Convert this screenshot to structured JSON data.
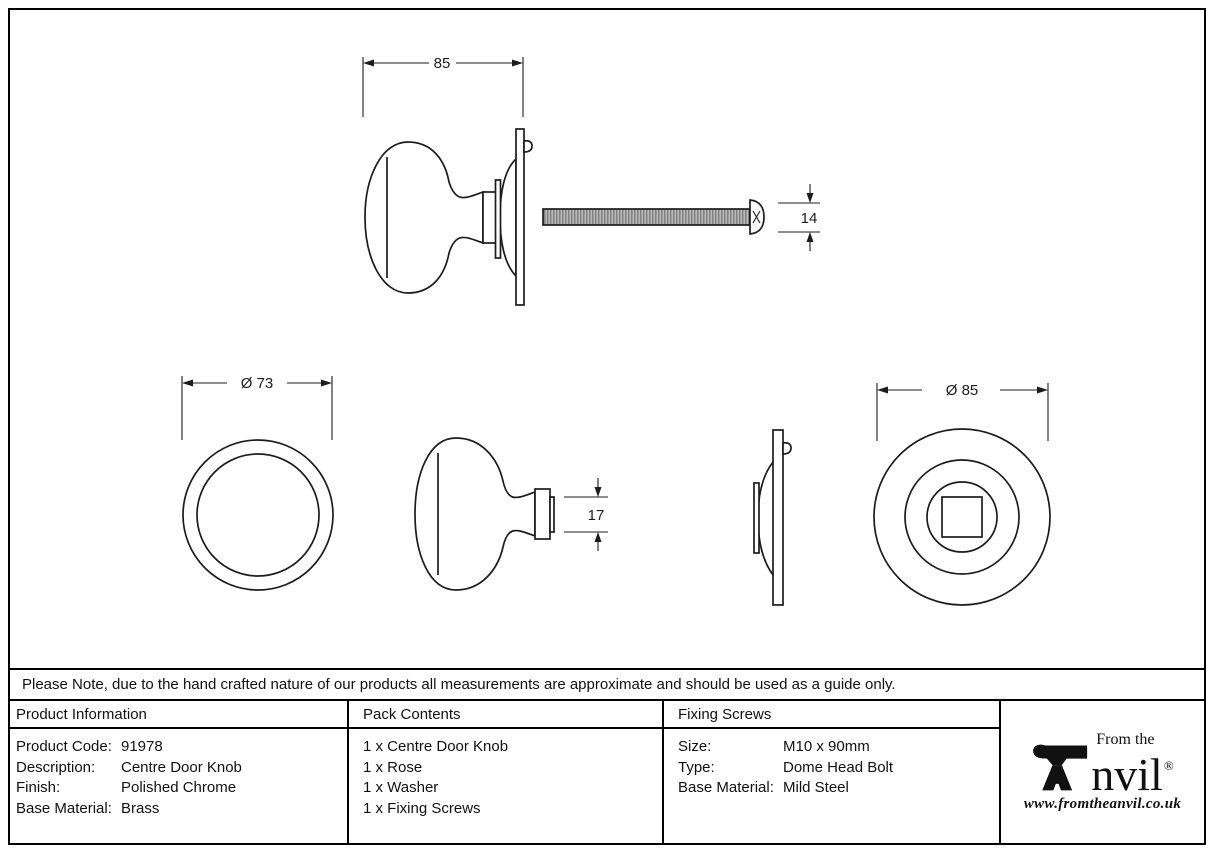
{
  "note": "Please Note, due to the hand crafted nature of our products all measurements are approximate and should be used as a guide only.",
  "drawing": {
    "dim_projection": "85",
    "dim_bolt_head": "14",
    "dim_knob_diameter": "Ø 73",
    "dim_boss_height": "17",
    "dim_rose_diameter": "Ø 85"
  },
  "table": {
    "product_information": {
      "header": "Product Information",
      "rows": [
        {
          "label": "Product Code:",
          "value": "91978"
        },
        {
          "label": "Description:",
          "value": "Centre Door Knob"
        },
        {
          "label": "Finish:",
          "value": "Polished Chrome"
        },
        {
          "label": "Base Material:",
          "value": "Brass"
        }
      ]
    },
    "pack_contents": {
      "header": "Pack Contents",
      "items": [
        "1 x Centre Door Knob",
        "1 x Rose",
        "1 x Washer",
        "1 x Fixing Screws"
      ]
    },
    "fixing_screws": {
      "header": "Fixing Screws",
      "rows": [
        {
          "label": "Size:",
          "value": "M10 x 90mm"
        },
        {
          "label": "Type:",
          "value": "Dome Head Bolt"
        },
        {
          "label": "Base Material:",
          "value": "Mild Steel"
        }
      ]
    }
  },
  "logo": {
    "from_the": "From the",
    "brand": "nvil",
    "registered": "®",
    "url": "www.fromtheanvil.co.uk"
  },
  "colors": {
    "line": "#1c1c1c",
    "thread_fill": "#a8a8a8"
  }
}
